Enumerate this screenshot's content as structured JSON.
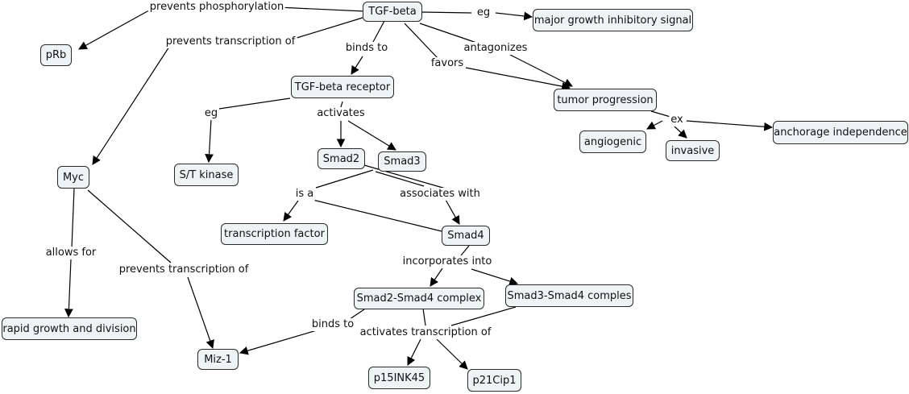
{
  "nodes": {
    "tgf_beta": "TGF-beta",
    "major_growth": "major growth inhibitory signal",
    "prb": "pRb",
    "tgf_receptor": "TGF-beta receptor",
    "tumor_progression": "tumor progression",
    "angiogenic": "angiogenic",
    "invasive": "invasive",
    "anchorage": "anchorage independence",
    "myc": "Myc",
    "st_kinase": "S/T kinase",
    "smad2": "Smad2",
    "smad3": "Smad3",
    "transcription_factor": "transcription factor",
    "smad4": "Smad4",
    "rapid_growth": "rapid growth and division",
    "smad2_smad4": "Smad2-Smad4 complex",
    "smad3_smad4": "Smad3-Smad4 comples",
    "miz1": "Miz-1",
    "p15": "p15INK45",
    "p21": "p21Cip1"
  },
  "links": {
    "prevents_phosphorylation": "prevents phosphorylation",
    "eg_top": "eg",
    "prevents_transcription_1": "prevents transcription of",
    "binds_to_1": "binds to",
    "antagonizes": "antagonizes",
    "favors": "favors",
    "eg_receptor": "eg",
    "activates": "activates",
    "ex": "ex",
    "is_a": "is a",
    "associates_with": "associates with",
    "allows_for": "allows for",
    "prevents_transcription_2": "prevents transcription of",
    "incorporates_into": "incorporates into",
    "binds_to_2": "binds to",
    "activates_transcription": "activates transcription of"
  }
}
